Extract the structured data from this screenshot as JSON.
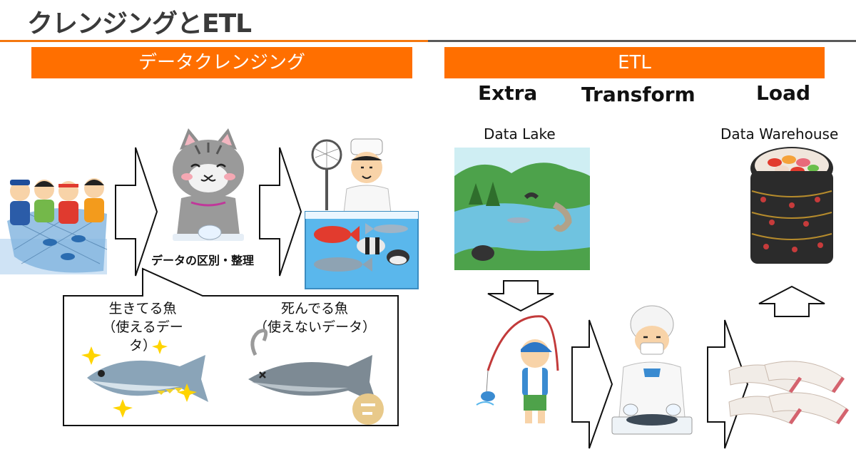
{
  "header": {
    "title": "クレンジングとETL",
    "accent": "#f4780f",
    "rule_dark": "#595959"
  },
  "cleansing": {
    "banner": "データクレンジング",
    "banner_color": "#ff6f00",
    "step_label": "データの区別・整理",
    "live_fish": {
      "line1": "生きてる魚",
      "line2": "（使えるデータ）"
    },
    "dead_fish": {
      "line1": "死んでる魚",
      "line2": "（使えないデータ）"
    }
  },
  "etl": {
    "banner": "ETL",
    "stages": {
      "extract": "Extra",
      "transform": "Transform",
      "load": "Load"
    },
    "data_lake": "Data Lake",
    "data_warehouse": "Data Warehouse"
  },
  "icons": [
    "fishermen-net-illustration",
    "cat-illustration",
    "chef-aquarium-illustration",
    "lake-illustration",
    "sushi-box-illustration",
    "fishing-boy-illustration",
    "butcher-illustration",
    "sashimi-illustration",
    "tuna-illustration",
    "dead-salmon-illustration"
  ]
}
